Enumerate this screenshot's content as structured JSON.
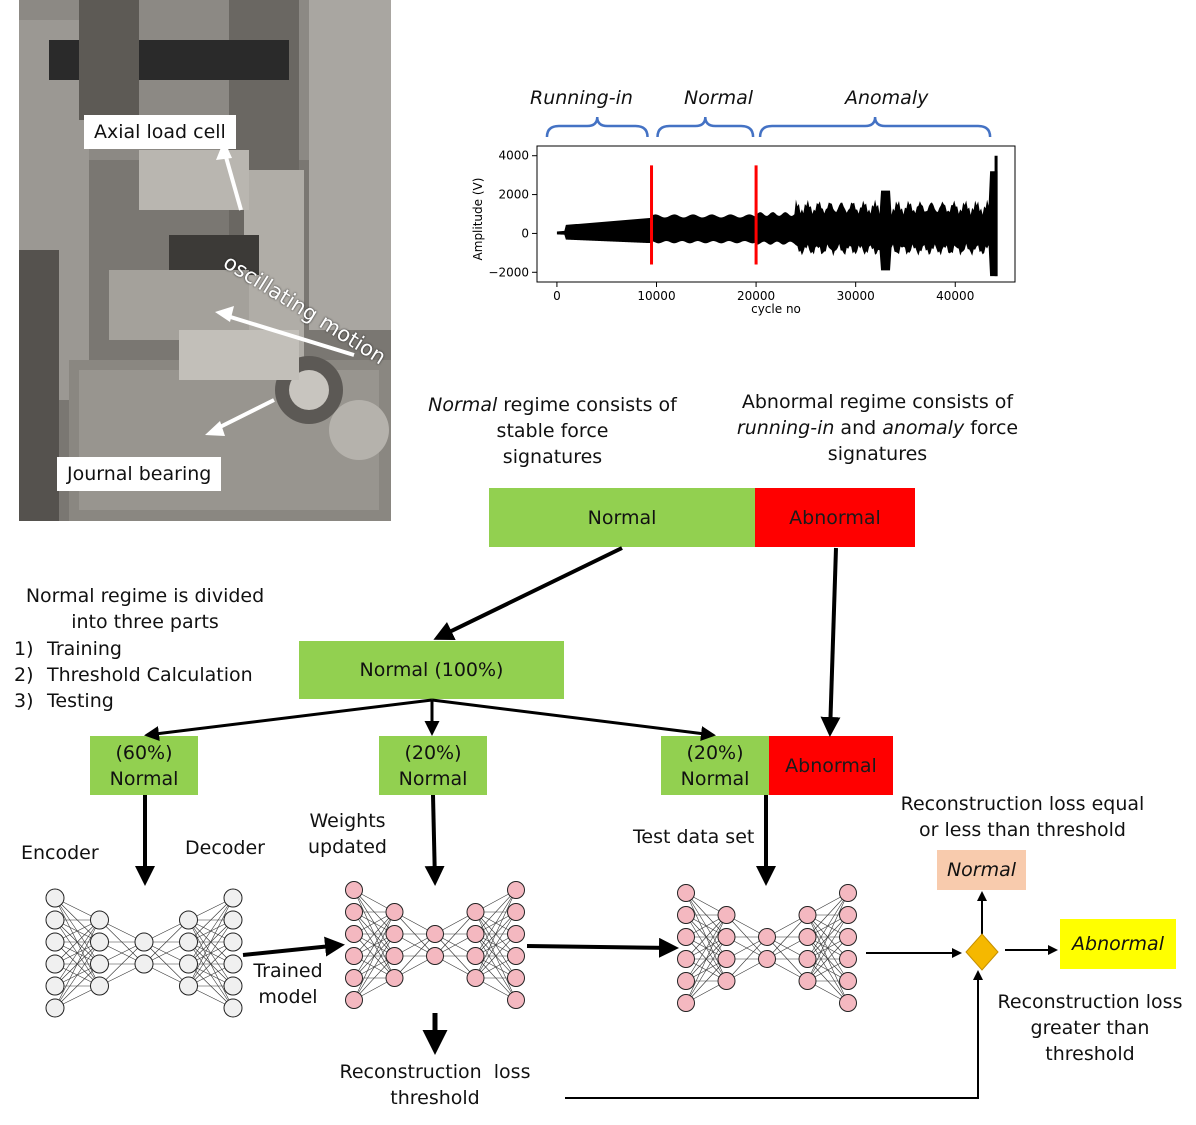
{
  "photo": {
    "axial_load_cell": "Axial load cell",
    "oscillating_motion": "oscillating motion",
    "journal_bearing": "Journal bearing"
  },
  "signal_plot": {
    "regimes": [
      "Running-in",
      "Normal",
      "Anomaly"
    ],
    "ylabel": "Amplitude (V)",
    "xlabel": "cycle no",
    "yticks": [
      "4000",
      "2000",
      "0",
      "−2000"
    ],
    "xticks": [
      "0",
      "10000",
      "20000",
      "30000",
      "40000"
    ],
    "boundaries": [
      9500,
      20000
    ],
    "xlim": [
      -2000,
      46000
    ],
    "ylim": [
      -2500,
      4500
    ]
  },
  "regime_notes": {
    "normal_line1_italic": "Normal",
    "normal_line1_rest": " regime consists of",
    "normal_line2": "stable force",
    "normal_line3": "signatures",
    "abnormal_line1": "Abnormal regime consists of",
    "abnormal_line2_a": "running-in",
    "abnormal_line2_b": " and ",
    "abnormal_line2_c": "anomaly",
    "abnormal_line2_d": " force",
    "abnormal_line3": "signatures"
  },
  "split_bar": {
    "normal": "Normal",
    "abnormal": "Abnormal"
  },
  "division_note": {
    "line1": "Normal regime is divided",
    "line2": "into three parts",
    "items": [
      {
        "num": "1)",
        "text": "Training"
      },
      {
        "num": "2)",
        "text": "Threshold Calculation"
      },
      {
        "num": "3)",
        "text": "Testing"
      }
    ]
  },
  "normal_100": "Normal (100%)",
  "parts": {
    "train_pct": "(60%)",
    "train_label": "Normal",
    "thresh_pct": "(20%)",
    "thresh_label": "Normal",
    "test_pct": "(20%)",
    "test_label": "Normal",
    "test_abnormal": "Abnormal"
  },
  "network_labels": {
    "encoder": "Encoder",
    "decoder": "Decoder",
    "weights_updated_1": "Weights",
    "weights_updated_2": "updated",
    "trained_model_1": "Trained",
    "trained_model_2": "model",
    "test_data_set": "Test data set",
    "recon_threshold_1": "Reconstruction  loss",
    "recon_threshold_2": "threshold"
  },
  "decision": {
    "equal_less_1": "Reconstruction loss equal",
    "equal_less_2": "or less than threshold",
    "normal_out": "Normal",
    "abnormal_out": "Abnormal",
    "greater_1": "Reconstruction loss",
    "greater_2": "greater than",
    "greater_3": "threshold"
  },
  "colors": {
    "green": "#92d050",
    "red": "#ff0000",
    "node_gray": "#f0f0f0",
    "node_pink": "#f4b8c0",
    "diamond": "#f5b800",
    "normal_out_bg": "#f8cbad",
    "abnormal_out_bg": "#ffff00",
    "bracket_blue": "#4472c4"
  }
}
